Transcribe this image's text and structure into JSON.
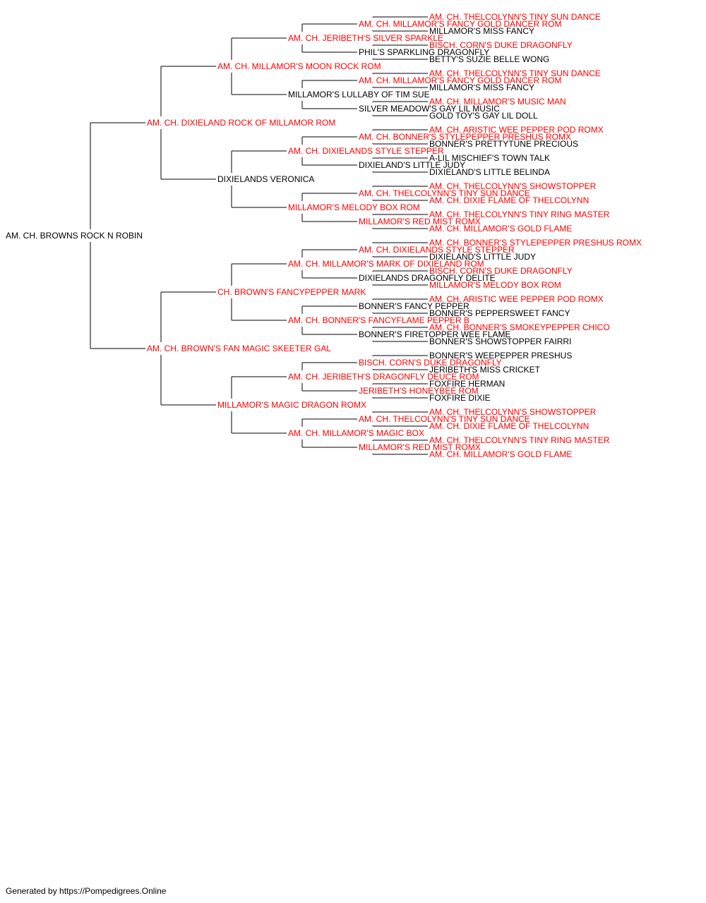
{
  "colors": {
    "champion": "#ff0000",
    "normal": "#000000",
    "line": "#000000"
  },
  "footer": "Generated by https://Pompedigrees.Online",
  "pedigree": {
    "name": "AM. CH. BROWNS ROCK N ROBIN",
    "champion": false,
    "sire": {
      "name": "AM. CH. DIXIELAND ROCK OF MILLAMOR ROM",
      "champion": true,
      "sire": {
        "name": "AM. CH. MILLAMOR'S MOON ROCK ROM",
        "champion": true,
        "sire": {
          "name": "AM. CH. JERIBETH'S SILVER SPARKLE",
          "champion": true,
          "sire": {
            "name": "AM. CH. MILLAMOR'S FANCY GOLD DANCER ROM",
            "champion": true,
            "sire": {
              "name": "AM. CH. THELCOLYNN'S TINY SUN DANCE",
              "champion": true
            },
            "dam": {
              "name": "MILLAMOR'S MISS FANCY",
              "champion": false
            }
          },
          "dam": {
            "name": "PHIL'S SPARKLING DRAGONFLY",
            "champion": false,
            "sire": {
              "name": "BISCH. CORN'S DUKE DRAGONFLY",
              "champion": true
            },
            "dam": {
              "name": "BETTY'S SUZIE BELLE WONG",
              "champion": false
            }
          }
        },
        "dam": {
          "name": "MILLAMOR'S LULLABY OF TIM SUE",
          "champion": false,
          "sire": {
            "name": "AM. CH. MILLAMOR'S FANCY GOLD DANCER ROM",
            "champion": true,
            "sire": {
              "name": "AM. CH. THELCOLYNN'S TINY SUN DANCE",
              "champion": true
            },
            "dam": {
              "name": "MILLAMOR'S MISS FANCY",
              "champion": false
            }
          },
          "dam": {
            "name": "SILVER MEADOW'S GAY LIL MUSIC",
            "champion": false,
            "sire": {
              "name": "AM. CH. MILLAMOR'S MUSIC MAN",
              "champion": true
            },
            "dam": {
              "name": "GOLD TOY'S GAY LIL DOLL",
              "champion": false
            }
          }
        }
      },
      "dam": {
        "name": "DIXIELANDS VERONICA",
        "champion": false,
        "sire": {
          "name": "AM. CH. DIXIELANDS STYLE STEPPER",
          "champion": true,
          "sire": {
            "name": "AM. CH. BONNER'S STYLEPEPPER PRESHUS ROMX",
            "champion": true,
            "sire": {
              "name": "AM. CH. ARISTIC WEE PEPPER POD ROMX",
              "champion": true
            },
            "dam": {
              "name": "BONNER'S PRETTYTUNE PRECIOUS",
              "champion": false
            }
          },
          "dam": {
            "name": "DIXIELAND'S LITTLE JUDY",
            "champion": false,
            "sire": {
              "name": "A-LIL MISCHIEF'S TOWN TALK",
              "champion": false
            },
            "dam": {
              "name": "DIXIELAND'S LITTLE BELINDA",
              "champion": false
            }
          }
        },
        "dam": {
          "name": "MILLAMOR'S MELODY BOX ROM",
          "champion": true,
          "sire": {
            "name": "AM. CH. THELCOLYNN'S TINY SUN DANCE",
            "champion": true,
            "sire": {
              "name": "AM. CH. THELCOLYNN'S SHOWSTOPPER",
              "champion": true
            },
            "dam": {
              "name": "AM. CH. DIXIE FLAME OF THELCOLYNN",
              "champion": true
            }
          },
          "dam": {
            "name": "MILLAMOR'S RED MIST ROMX",
            "champion": true,
            "sire": {
              "name": "AM. CH. THELCOLYNN'S TINY RING MASTER",
              "champion": true
            },
            "dam": {
              "name": "AM. CH. MILLAMOR'S GOLD FLAME",
              "champion": true
            }
          }
        }
      }
    },
    "dam": {
      "name": "AM. CH. BROWN'S FAN MAGIC SKEETER GAL",
      "champion": true,
      "sire": {
        "name": "CH. BROWN'S FANCYPEPPER MARK",
        "champion": true,
        "sire": {
          "name": "AM. CH. MILLAMOR'S MARK OF DIXIELAND ROM",
          "champion": true,
          "sire": {
            "name": "AM. CH. DIXIELANDS STYLE STEPPER",
            "champion": true,
            "sire": {
              "name": "AM. CH. BONNER'S STYLEPEPPER PRESHUS ROMX",
              "champion": true
            },
            "dam": {
              "name": "DIXIELAND'S LITTLE JUDY",
              "champion": false
            }
          },
          "dam": {
            "name": "DIXIELANDS DRAGONFLY DELITE",
            "champion": false,
            "sire": {
              "name": "BISCH. CORN'S DUKE DRAGONFLY",
              "champion": true
            },
            "dam": {
              "name": "MILLAMOR'S MELODY BOX ROM",
              "champion": true
            }
          }
        },
        "dam": {
          "name": "AM. CH. BONNER'S FANCYFLAME PEPPER B",
          "champion": true,
          "sire": {
            "name": "BONNER'S FANCY PEPPER",
            "champion": false,
            "sire": {
              "name": "AM. CH. ARISTIC WEE PEPPER POD ROMX",
              "champion": true
            },
            "dam": {
              "name": "BONNER'S PEPPERSWEET FANCY",
              "champion": false
            }
          },
          "dam": {
            "name": "BONNER'S FIRETOPPER WEE FLAME",
            "champion": false,
            "sire": {
              "name": "AM. CH. BONNER'S SMOKEYPEPPER CHICO",
              "champion": true
            },
            "dam": {
              "name": "BONNER'S SHOWSTOPPER FAIRRI",
              "champion": false
            }
          }
        }
      },
      "dam": {
        "name": "MILLAMOR'S MAGIC DRAGON ROMX",
        "champion": true,
        "sire": {
          "name": "AM. CH. JERIBETH'S DRAGONFLY DEUCE ROM",
          "champion": true,
          "sire": {
            "name": "BISCH. CORN'S DUKE DRAGONFLY",
            "champion": true,
            "sire": {
              "name": "BONNER'S WEEPEPPER PRESHUS",
              "champion": false
            },
            "dam": {
              "name": "JERIBETH'S MISS CRICKET",
              "champion": false
            }
          },
          "dam": {
            "name": "JERIBETH'S HONEYBEE ROM",
            "champion": true,
            "sire": {
              "name": "FOXFIRE HERMAN",
              "champion": false
            },
            "dam": {
              "name": "FOXFIRE DIXIE",
              "champion": false
            }
          }
        },
        "dam": {
          "name": "AM. CH. MILLAMOR'S MAGIC BOX",
          "champion": true,
          "sire": {
            "name": "AM. CH. THELCOLYNN'S TINY SUN DANCE",
            "champion": true,
            "sire": {
              "name": "AM. CH. THELCOLYNN'S SHOWSTOPPER",
              "champion": true
            },
            "dam": {
              "name": "AM. CH. DIXIE FLAME OF THELCOLYNN",
              "champion": true
            }
          },
          "dam": {
            "name": "MILLAMOR'S RED MIST ROMX",
            "champion": true,
            "sire": {
              "name": "AM. CH. THELCOLYNN'S TINY RING MASTER",
              "champion": true
            },
            "dam": {
              "name": "AM. CH. MILLAMOR'S GOLD FLAME",
              "champion": true
            }
          }
        }
      }
    }
  }
}
